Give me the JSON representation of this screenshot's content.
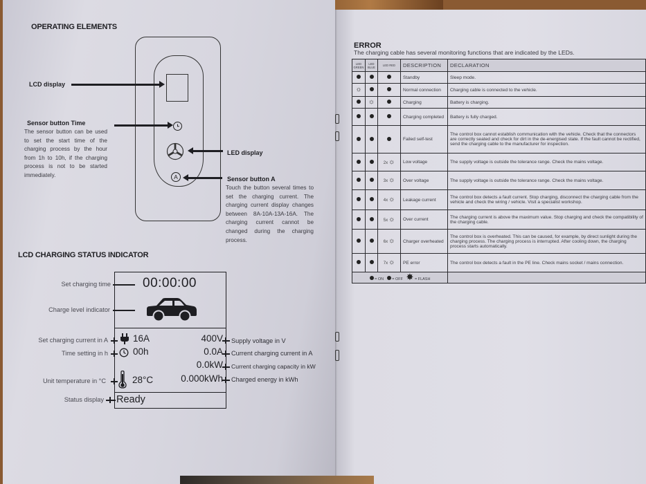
{
  "left_page": {
    "operating_elements": {
      "title": "OPERATING ELEMENTS",
      "lcd_display_label": "LCD display",
      "sensor_time": {
        "title": "Sensor button Time",
        "text": "The sensor button can be used to set the start time of the charging process by the hour from 1h to 10h, if the charging process is not to be started immediately."
      },
      "led_display_label": "LED display",
      "sensor_a": {
        "title": "Sensor button A",
        "text": "Touch the button several times to set the charging current. The charging current display changes between 8A-10A-13A-16A. The charging current cannot be changed during the charging process."
      },
      "icons": {
        "time_button": "clock-icon",
        "led": "three-spoke-led-icon",
        "a_button": "letter-a-circle-icon"
      }
    },
    "lcd_status": {
      "title": "LCD CHARGING STATUS INDICATOR",
      "screen": {
        "time": "00:00:00",
        "set_current": "16A",
        "time_setting": "00h",
        "temperature": "28°C",
        "supply_voltage": "400V",
        "charging_current": "0.0A",
        "charging_capacity": "0.0kW",
        "charged_energy": "0.000kWh",
        "status": "Ready"
      },
      "labels_left": {
        "set_charging_time": "Set charging time",
        "charge_level": "Charge level indicator",
        "set_current": "Set charging current in A",
        "time_setting": "Time setting in h",
        "temperature": "Unit temperature in °C",
        "status": "Status display"
      },
      "labels_right": {
        "supply_voltage": "Supply voltage in V",
        "charging_current": "Current charging current in A",
        "charging_capacity": "Current charging capacity in kW",
        "charged_energy": "Charged energy in kWh"
      }
    }
  },
  "right_page": {
    "error": {
      "title": "ERROR",
      "subtitle": "The charging cable has several monitoring functions that are indicated by the LEDs.",
      "headers": {
        "led_green": "LED GREEN",
        "led_blue": "LED BLUE",
        "led_red": "LED RED",
        "description": "DESCRIPTION",
        "declaration": "DECLARATION"
      },
      "rows": [
        {
          "green": "on",
          "blue": "on",
          "red": "on",
          "red_count": "",
          "description": "Standby",
          "declaration": "Sleep mode."
        },
        {
          "green": "flash",
          "blue": "on",
          "red": "on",
          "red_count": "",
          "description": "Normal connection",
          "declaration": "Charging cable is connected to the vehicle."
        },
        {
          "green": "on",
          "blue": "flash",
          "red": "on",
          "red_count": "",
          "description": "Charging",
          "declaration": "Battery is charging."
        },
        {
          "green": "on",
          "blue": "on",
          "red": "on",
          "red_count": "",
          "description": "Charging completed",
          "declaration": "Battery is fully charged."
        },
        {
          "green": "on",
          "blue": "on",
          "red": "on",
          "red_count": "",
          "description": "Failed self-test",
          "declaration": "The control box cannot establish communication with the vehicle. Check that the connectors are correctly seated and check for dirt in the de-energised state. If the fault cannot be rectified, send the charging cable to the manufacturer for inspection."
        },
        {
          "green": "on",
          "blue": "on",
          "red": "flash",
          "red_count": "2x",
          "description": "Low voltage",
          "declaration": "The supply voltage is outside the tolerance range. Check the mains voltage."
        },
        {
          "green": "on",
          "blue": "on",
          "red": "flash",
          "red_count": "3x",
          "description": "Over voltage",
          "declaration": "The supply voltage is outside the tolerance range. Check the mains voltage."
        },
        {
          "green": "on",
          "blue": "on",
          "red": "flash",
          "red_count": "4x",
          "description": "Leakage current",
          "declaration": "The control box detects a fault current. Stop charging, disconnect the charging cable from the vehicle and check the wiring / vehicle. Visit a specialist workshop."
        },
        {
          "green": "on",
          "blue": "on",
          "red": "flash",
          "red_count": "5x",
          "description": "Over current",
          "declaration": "The charging current is above the maximum value. Stop charging and check the compatibility of the charging cable."
        },
        {
          "green": "on",
          "blue": "on",
          "red": "flash",
          "red_count": "6x",
          "description": "Charger overheated",
          "declaration": "The control box is overheated. This can be caused, for example, by direct sunlight during the charging process. The charging process is interrupted. After cooling down, the charging process starts automatically."
        },
        {
          "green": "on",
          "blue": "on",
          "red": "flash",
          "red_count": "7x",
          "description": "PE error",
          "declaration": "The control box detects a fault in the PE line. Check mains socket / mains connection."
        }
      ],
      "legend": {
        "on": "= ON",
        "off": "= OFF",
        "flash": "= FLASH"
      }
    }
  }
}
